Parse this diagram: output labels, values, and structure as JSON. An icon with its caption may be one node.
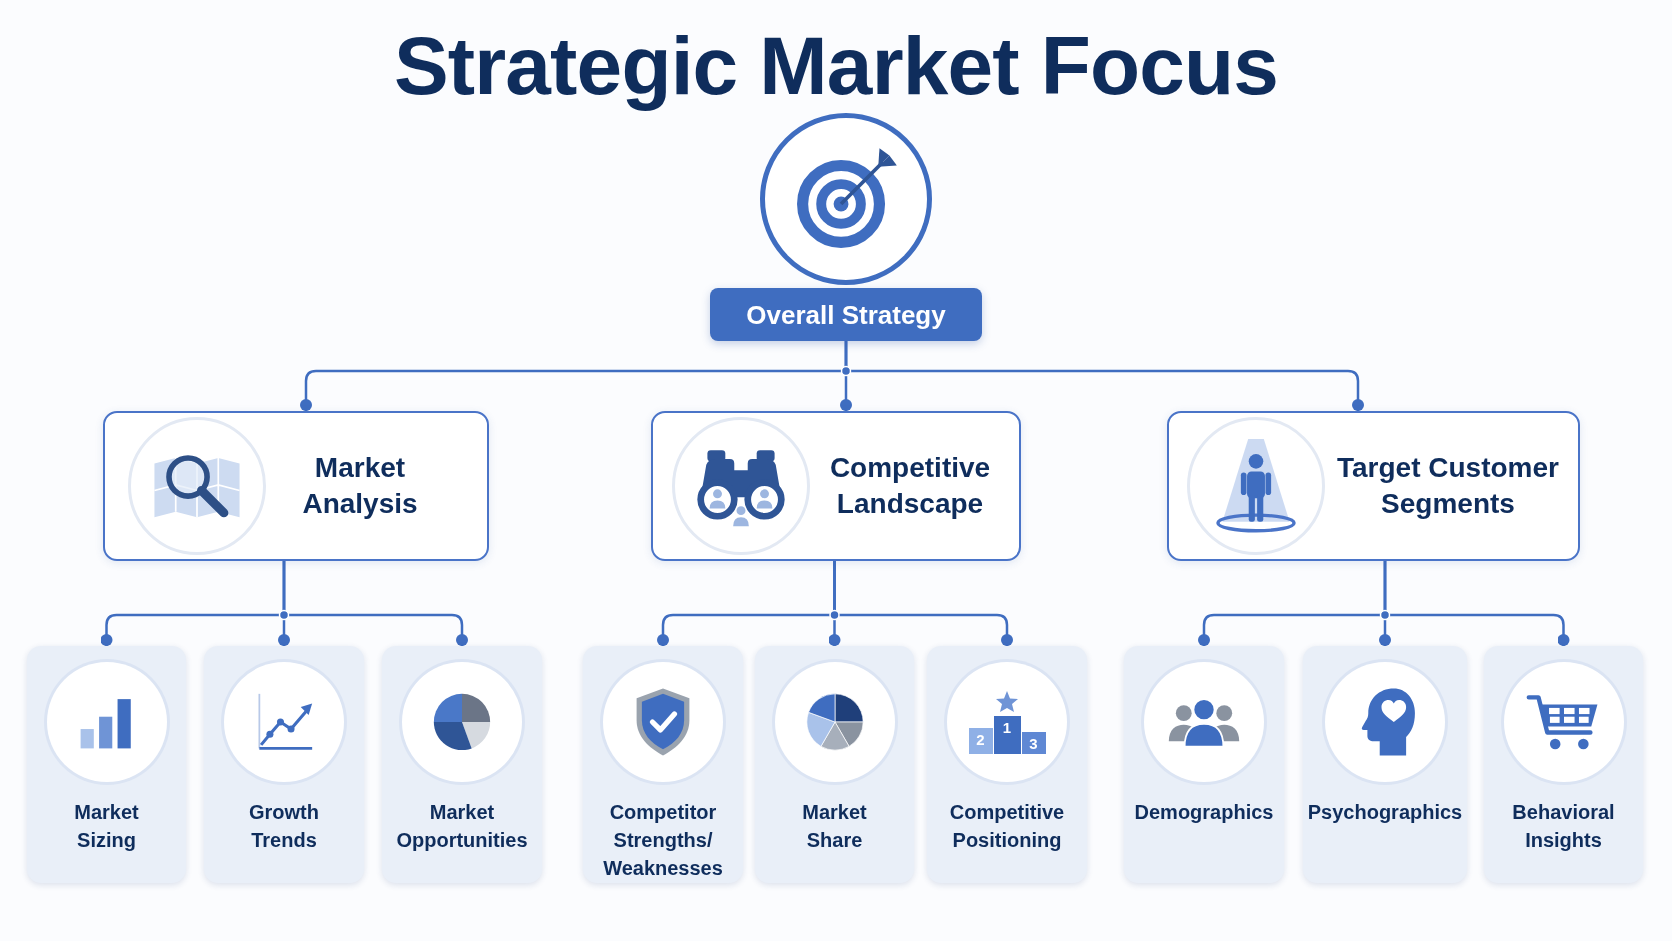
{
  "diagram": {
    "title": "Strategic Market Focus",
    "nodes": [
      {
        "text": [
          "Overall Strategy"
        ]
      },
      {
        "text": [
          "Market Analysis"
        ]
      },
      {
        "text": [
          "Competitive Landscape"
        ]
      },
      {
        "text": [
          "Target Customer Segments"
        ]
      },
      {
        "text": [
          "Market Sizing"
        ]
      },
      {
        "text": [
          "Growth Trends"
        ]
      },
      {
        "text": [
          "Market Opportunities"
        ]
      },
      {
        "text": [
          "Competitor Strengths/ Weaknesses"
        ]
      },
      {
        "text": [
          "Market Share"
        ]
      },
      {
        "text": [
          "Competitive Positioning"
        ]
      },
      {
        "text": [
          "Demographics"
        ]
      },
      {
        "text": [
          "Psychographics"
        ]
      },
      {
        "text": [
          "Behavioral Insights"
        ]
      }
    ],
    "edges": [
      {
        "from": 0,
        "to": 1,
        "arrow": "other"
      },
      {
        "from": 0,
        "to": 2,
        "arrow": "other"
      },
      {
        "from": 0,
        "to": 3,
        "arrow": "other"
      },
      {
        "from": 1,
        "to": 4,
        "arrow": "other"
      },
      {
        "from": 1,
        "to": 5,
        "arrow": "other"
      },
      {
        "from": 1,
        "to": 6,
        "arrow": "other"
      },
      {
        "from": 2,
        "to": 7,
        "arrow": "other"
      },
      {
        "from": 2,
        "to": 8,
        "arrow": "other"
      },
      {
        "from": 2,
        "to": 9,
        "arrow": "other"
      },
      {
        "from": 3,
        "to": 10,
        "arrow": "other"
      },
      {
        "from": 3,
        "to": 11,
        "arrow": "other"
      },
      {
        "from": 3,
        "to": 12,
        "arrow": "other"
      }
    ],
    "labels": [
      "2",
      "1",
      "3"
    ]
  }
}
